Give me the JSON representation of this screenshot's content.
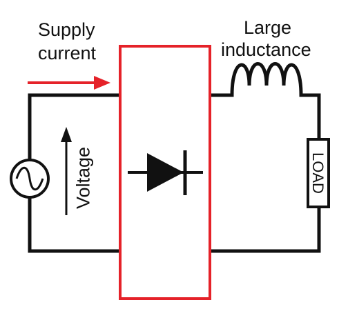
{
  "labels": {
    "supply_current": [
      "Supply",
      "current"
    ],
    "large_inductance": [
      "Large",
      "inductance"
    ],
    "voltage": "Voltage",
    "load": "LOAD"
  },
  "colors": {
    "wire": "#111111",
    "accent": "#e52229",
    "background": "#ffffff"
  },
  "icons": [
    "ac-source-icon",
    "diode-icon",
    "inductor-icon",
    "load-resistor-icon",
    "current-arrow-icon",
    "voltage-arrow-icon"
  ]
}
